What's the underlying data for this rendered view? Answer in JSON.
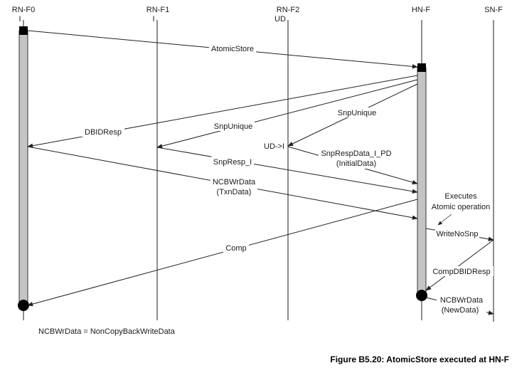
{
  "lifelines": [
    {
      "name": "RN-F0",
      "state": "I"
    },
    {
      "name": "RN-F1",
      "state": "I"
    },
    {
      "name": "RN-F2",
      "state": "UD"
    },
    {
      "name": "HN-F",
      "state": ""
    },
    {
      "name": "SN-F",
      "state": ""
    }
  ],
  "messages": {
    "atomic_store": "AtomicStore",
    "snp_unique_hn_f2": "SnpUnique",
    "snp_unique_hn_f1": "SnpUnique",
    "dbid_resp": "DBIDResp",
    "ud_to_i": "UD->I",
    "snp_resp_data_line1": "SnpRespData_I_PD",
    "snp_resp_data_line2": "(InitialData)",
    "snp_resp_i": "SnpResp_I",
    "ncb_wr_data_line1": "NCBWrData",
    "ncb_wr_data_line2": "(TxnData)",
    "executes_line1": "Executes",
    "executes_line2": "Atomic operation",
    "write_no_snp": "WriteNoSnp",
    "comp": "Comp",
    "comp_dbid_resp": "CompDBIDResp",
    "ncb_wr_data_new_line1": "NCBWrData",
    "ncb_wr_data_new_line2": "(NewData)"
  },
  "footnote": "NCBWrData = NonCopyBackWriteData",
  "caption": "Figure B5.20: AtomicStore executed at HN-F"
}
